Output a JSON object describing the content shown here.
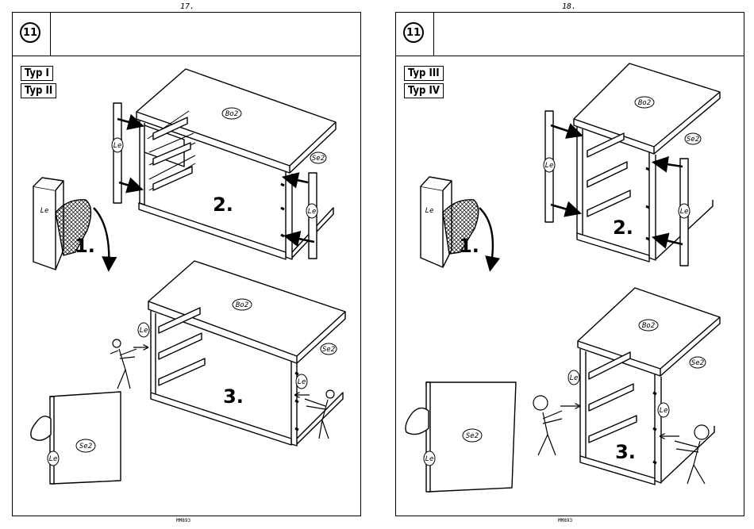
{
  "pages": [
    {
      "page_number": "17.",
      "step": "11",
      "types": [
        "Typ I",
        "Typ II"
      ],
      "step_labels": [
        "1.",
        "2.",
        "3."
      ],
      "part_labels": {
        "top": "Bo2",
        "side": "Se2",
        "door": "Le"
      },
      "footer": "MM893"
    },
    {
      "page_number": "18.",
      "step": "11",
      "types": [
        "Typ III",
        "Typ IV"
      ],
      "step_labels": [
        "1.",
        "2.",
        "3."
      ],
      "part_labels": {
        "top": "Bo2",
        "side": "Se2",
        "door": "Le"
      },
      "footer": "MM893"
    }
  ]
}
